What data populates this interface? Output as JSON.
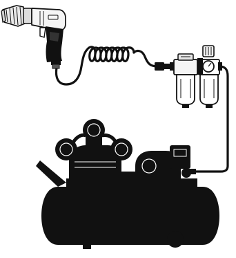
{
  "diagram": {
    "components": [
      {
        "id": "air-drill",
        "icon": "pneumatic-drill-icon"
      },
      {
        "id": "coiled-hose",
        "icon": "coiled-air-hose-icon"
      },
      {
        "id": "filter-regulator-lubricator",
        "icon": "frl-unit-icon"
      },
      {
        "id": "air-compressor",
        "icon": "air-compressor-icon"
      }
    ],
    "colors": {
      "ink": "#111111",
      "paper": "#ffffff",
      "metal_light": "#f2f2f2",
      "metal_mid": "#bdbdbd"
    }
  }
}
